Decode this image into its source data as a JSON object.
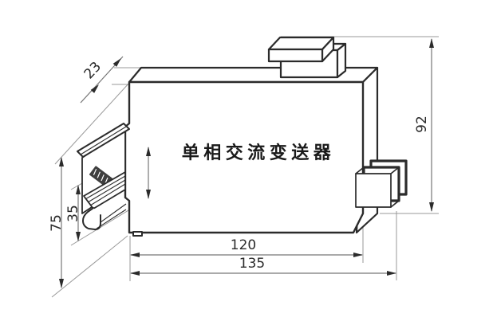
{
  "drawing": {
    "title": "单相交流变送器",
    "dimensions": {
      "depth": "23",
      "total_height": "92",
      "side_height": "75",
      "rail_width": "35",
      "body_width": "120",
      "total_width": "135"
    },
    "colors": {
      "outline": "#2b2b2b",
      "dim_line": "#777777",
      "extension_line": "#999999",
      "background": "#ffffff",
      "text": "#1a1a1a"
    }
  }
}
